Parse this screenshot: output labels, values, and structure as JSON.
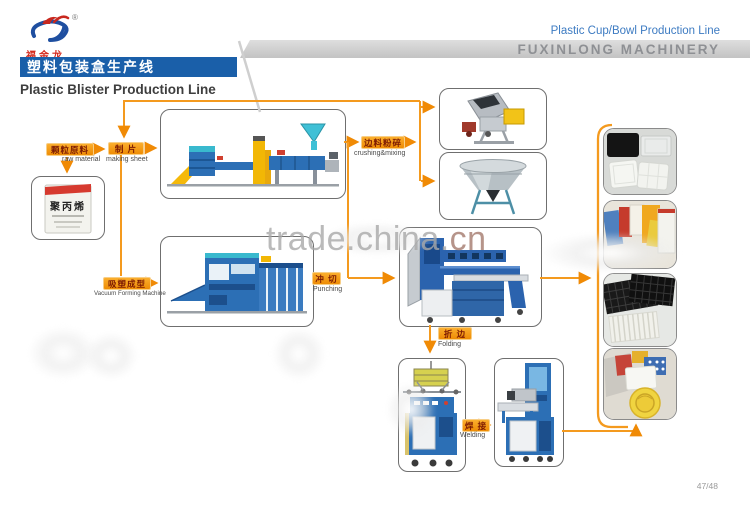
{
  "header": {
    "logo_name": "福金龙",
    "registered": "®",
    "product_line_right": "Plastic Cup/Bowl Production Line",
    "company": "FUXINLONG MACHINERY",
    "title_cn": "塑料包装盒生产线",
    "title_en": "Plastic Blister Production Line"
  },
  "flow": {
    "steps": [
      {
        "cn": "颗粒原料",
        "en": "raw material"
      },
      {
        "cn": "制 片",
        "en": "making sheet"
      },
      {
        "cn": "边料粉碎",
        "en": "crushing&mixing"
      },
      {
        "cn": "吸塑成型",
        "en": "Vacuum Forming Machine"
      },
      {
        "cn": "冲 切",
        "en": "Punching"
      },
      {
        "cn": "折 边",
        "en": "Folding"
      },
      {
        "cn": "焊 接",
        "en": "Welding"
      }
    ],
    "bag_label": "聚丙烯",
    "machine_icons": [
      "raw-material-bag",
      "sheet-extrusion-machine",
      "plastic-crusher",
      "mixing-machine",
      "vacuum-forming-machine",
      "punching-machine",
      "folding-machine",
      "welding-machine"
    ],
    "product_icons": [
      "white-blister-trays",
      "colorful-blister-packs",
      "black-grid-trays",
      "bowls-and-packaging"
    ]
  },
  "watermark": {
    "part1": "trade.china.",
    "part2": "cn"
  },
  "page_number": "47/48",
  "colors": {
    "arrow": "#F49A1E",
    "chip_bg": "#F59B22",
    "chip_text": "#7C1A02",
    "header_blue": "#1A5FA9",
    "accent_red": "#D42B1E",
    "company_bar_gray": "#C9C9C9"
  }
}
